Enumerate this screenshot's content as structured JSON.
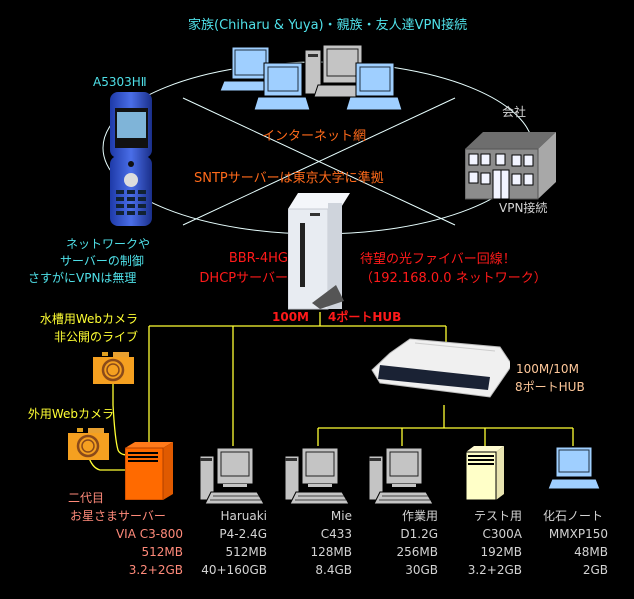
{
  "diagram": {
    "title_vpn": "家族(Chiharu & Yuya)・親族・友人達VPN接続",
    "phone": {
      "model": "A5303HⅡ",
      "notes": [
        "ネットワークや",
        "サーバーの制御",
        "さすがにVPNは無理"
      ]
    },
    "internet": {
      "label": "インターネット網",
      "sntp": "SNTPサーバーは東京大学に準拠"
    },
    "company": {
      "label": "会社",
      "vpn": "VPN接続"
    },
    "router": {
      "model": "BBR-4HG",
      "role": "DHCPサーバー",
      "speed": "100M",
      "hub": "4ポートHUB"
    },
    "fiber": {
      "line1": "待望の光ファイバー回線！",
      "line2": "（192.168.0.0 ネットワーク）"
    },
    "hub8": {
      "line1": "100M/10M",
      "line2": "8ポートHUB"
    },
    "cameras": {
      "aquarium": [
        "水槽用Webカメラ",
        "非公開のライブ"
      ],
      "outdoor": "外用Webカメラ"
    },
    "server": {
      "lines": [
        "二代目",
        "お星さまサーバー",
        "VIA C3-800",
        "512MB",
        "3.2+2GB"
      ]
    },
    "machines": [
      {
        "name": "Haruaki",
        "cpu": "P4-2.4G",
        "ram": "512MB",
        "disk": "40+160GB"
      },
      {
        "name": "Mie",
        "cpu": "C433",
        "ram": "128MB",
        "disk": "8.4GB"
      },
      {
        "name": "作業用",
        "cpu": "D1.2G",
        "ram": "256MB",
        "disk": "30GB"
      },
      {
        "name": "テスト用",
        "cpu": "C300A",
        "ram": "192MB",
        "disk": "3.2+2GB"
      },
      {
        "name": "化石ノート",
        "cpu": "MMXP150",
        "ram": "48MB",
        "disk": "2GB"
      }
    ],
    "colors": {
      "background": "#000000",
      "vpn_text": "#4fe0e8",
      "internet_text": "#ff6a1a",
      "router_text": "#ff1a1a",
      "camera_text": "#ffff33",
      "lan_lines": "#ffff33",
      "server_text": "#ff8a7a",
      "pc_text": "#d4d4d4"
    }
  }
}
